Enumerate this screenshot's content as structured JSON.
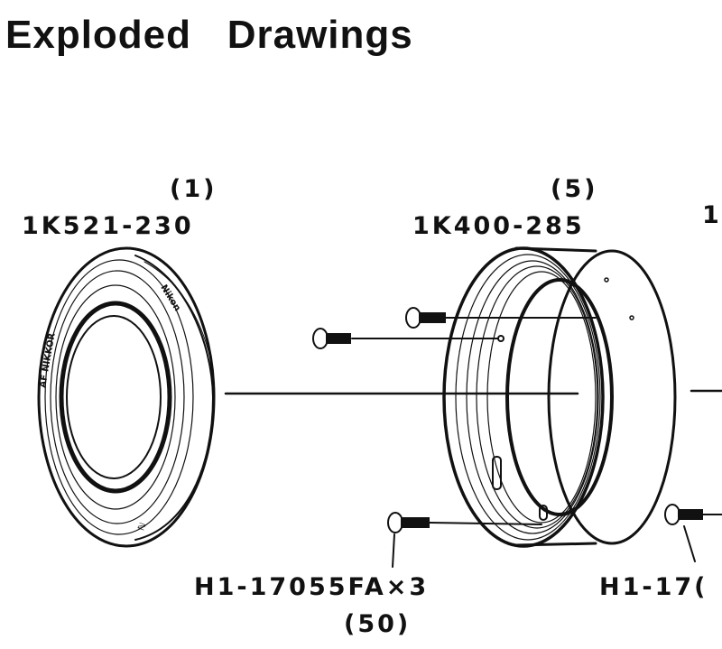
{
  "page": {
    "title": "Exploded   Drawings"
  },
  "parts": [
    {
      "ref": "(1)",
      "part_no": "1K521-230",
      "ring_text_1": "AF NIKKOR",
      "ring_text_2": "Nikon",
      "ring_text_3": "ℕ"
    },
    {
      "ref": "(5)",
      "part_no": "1K400-285"
    },
    {
      "ref": "",
      "part_no": "1"
    }
  ],
  "screws": [
    {
      "spec": "H1-17055FA×3",
      "ref": "(50)"
    },
    {
      "spec": "H1-17("
    }
  ],
  "colors": {
    "ink": "#111111",
    "paper": "#ffffff"
  }
}
